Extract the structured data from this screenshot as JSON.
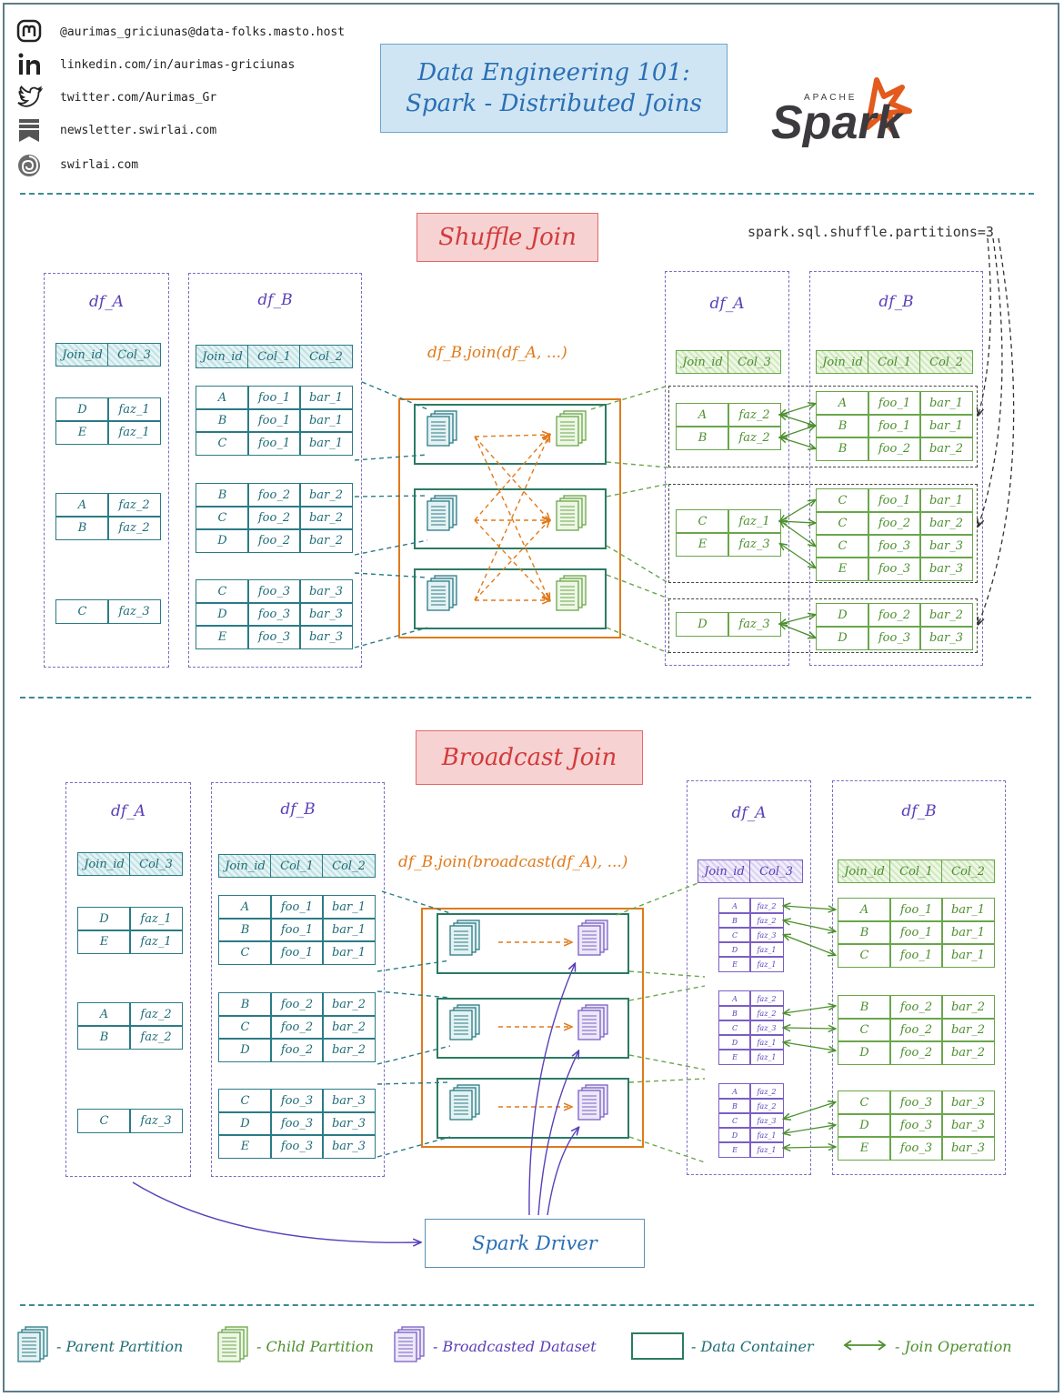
{
  "header": {
    "social": [
      {
        "icon": "mastodon-icon",
        "text": "@aurimas_griciunas@data-folks.masto.host"
      },
      {
        "icon": "linkedin-icon",
        "text": "linkedin.com/in/aurimas-griciunas"
      },
      {
        "icon": "twitter-icon",
        "text": "twitter.com/Aurimas_Gr"
      },
      {
        "icon": "newsletter-icon",
        "text": "newsletter.swirlai.com"
      },
      {
        "icon": "swirlai-icon",
        "text": "swirlai.com"
      }
    ],
    "title_line1": "Data Engineering 101:",
    "title_line2": "Spark - Distributed Joins",
    "logo_small": "APACHE",
    "logo_big": "Spark"
  },
  "shuffle": {
    "title": "Shuffle Join",
    "config": "spark.sql.shuffle.partitions=3",
    "operation": "df_B.join(df_A, ...)"
  },
  "broadcast": {
    "title": "Broadcast Join",
    "operation": "df_B.join(broadcast(df_A), ...)",
    "driver": "Spark Driver"
  },
  "labels": {
    "df_a": "df_A",
    "df_b": "df_B"
  },
  "headers": {
    "a": [
      "Join_id",
      "Col_3"
    ],
    "b": [
      "Join_id",
      "Col_1",
      "Col_2"
    ]
  },
  "input_a": [
    [
      [
        "D",
        "faz_1"
      ],
      [
        "E",
        "faz_1"
      ]
    ],
    [
      [
        "A",
        "faz_2"
      ],
      [
        "B",
        "faz_2"
      ]
    ],
    [
      [
        "C",
        "faz_3"
      ]
    ]
  ],
  "input_b": [
    [
      [
        "A",
        "foo_1",
        "bar_1"
      ],
      [
        "B",
        "foo_1",
        "bar_1"
      ],
      [
        "C",
        "foo_1",
        "bar_1"
      ]
    ],
    [
      [
        "B",
        "foo_2",
        "bar_2"
      ],
      [
        "C",
        "foo_2",
        "bar_2"
      ],
      [
        "D",
        "foo_2",
        "bar_2"
      ]
    ],
    [
      [
        "C",
        "foo_3",
        "bar_3"
      ],
      [
        "D",
        "foo_3",
        "bar_3"
      ],
      [
        "E",
        "foo_3",
        "bar_3"
      ]
    ]
  ],
  "shuffle_out_a": [
    [
      [
        "A",
        "faz_2"
      ],
      [
        "B",
        "faz_2"
      ]
    ],
    [
      [
        "C",
        "faz_1"
      ],
      [
        "E",
        "faz_3"
      ]
    ],
    [
      [
        "D",
        "faz_3"
      ]
    ]
  ],
  "shuffle_out_b": [
    [
      [
        "A",
        "foo_1",
        "bar_1"
      ],
      [
        "B",
        "foo_1",
        "bar_1"
      ],
      [
        "B",
        "foo_2",
        "bar_2"
      ]
    ],
    [
      [
        "C",
        "foo_1",
        "bar_1"
      ],
      [
        "C",
        "foo_2",
        "bar_2"
      ],
      [
        "C",
        "foo_3",
        "bar_3"
      ],
      [
        "E",
        "foo_3",
        "bar_3"
      ]
    ],
    [
      [
        "D",
        "foo_2",
        "bar_2"
      ],
      [
        "D",
        "foo_3",
        "bar_3"
      ]
    ]
  ],
  "broadcast_out_a": [
    [
      "A",
      "faz_2"
    ],
    [
      "B",
      "faz_2"
    ],
    [
      "C",
      "faz_3"
    ],
    [
      "D",
      "faz_1"
    ],
    [
      "E",
      "faz_1"
    ]
  ],
  "legend": [
    {
      "icon": "parent-partition-icon",
      "label": "- Parent Partition",
      "color": "#1f6c76"
    },
    {
      "icon": "child-partition-icon",
      "label": "- Child Partition",
      "color": "#4d8f2e"
    },
    {
      "icon": "broadcasted-dataset-icon",
      "label": "- Broadcasted Dataset",
      "color": "#5a3fb8"
    },
    {
      "icon": "data-container-icon",
      "label": "- Data Container",
      "color": "#1f6c76"
    },
    {
      "icon": "join-operation-icon",
      "label": "- Join Operation",
      "color": "#4d8f2e"
    }
  ],
  "colors": {
    "teal": "#2b7b86",
    "green": "#6aa64b",
    "purple": "#5a3fb8",
    "orange": "#e07a1a",
    "red": "#d23b3b"
  }
}
